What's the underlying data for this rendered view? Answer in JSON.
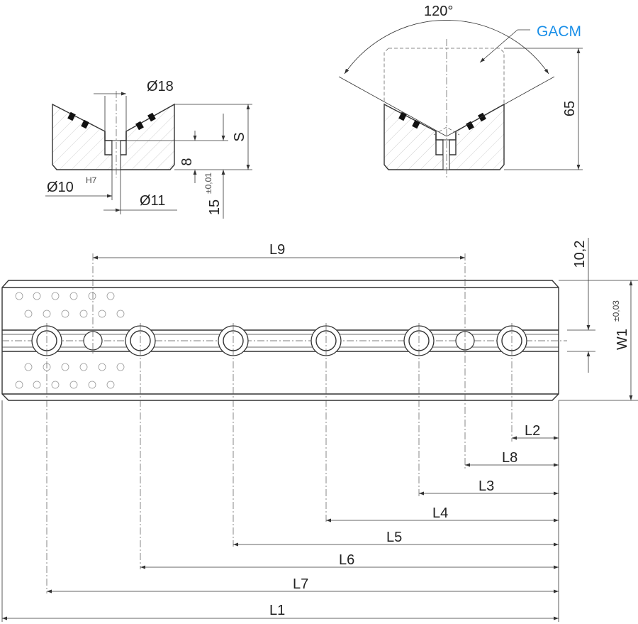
{
  "labels": {
    "angle": "120°",
    "accent_name": "GACM",
    "height_65": "65",
    "dia18": "Ø18",
    "s": "S",
    "eight": "8",
    "dia10": "Ø10",
    "h7": "H7",
    "dia11": "Ø11",
    "fifteen": "15",
    "tol_001": "±0,01",
    "l9": "L9",
    "ten2": "10,2",
    "w1": "W1",
    "tol_003": "±0,03",
    "l2": "L2",
    "l8": "L8",
    "l3": "L3",
    "l4": "L4",
    "l5": "L5",
    "l6": "L6",
    "l7": "L7",
    "l1": "L1"
  },
  "colors": {
    "accent": "#1a8fe8",
    "line": "#333333"
  }
}
